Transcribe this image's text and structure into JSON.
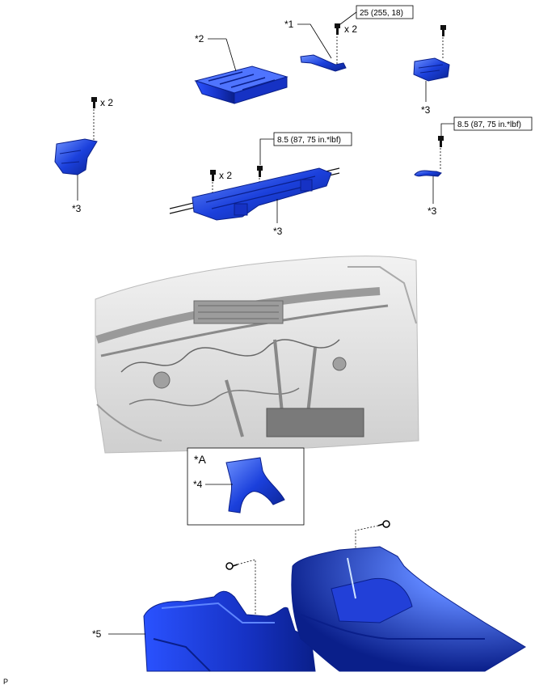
{
  "labels": {
    "part1": "*1",
    "part2": "*2",
    "part3_left": "*3",
    "part3_center": "*3",
    "part3_right_top": "*3",
    "part3_right_bottom": "*3",
    "part4": "*4",
    "part5": "*5",
    "inset": "*A"
  },
  "torque": {
    "top": "25 (255, 18)",
    "center": "8.5 (87, 75 in.*lbf)",
    "right": "8.5 (87, 75 in.*lbf)"
  },
  "quantities": {
    "top": "x 2",
    "left": "x 2",
    "center": "x 2"
  },
  "footer": {
    "code": "P"
  },
  "colors": {
    "part_blue": "#1a3ed8",
    "part_dark": "#0a1f8a",
    "part_light": "#5f86ff",
    "leader": "#000000",
    "bg_gray": "#d6d6d6"
  }
}
